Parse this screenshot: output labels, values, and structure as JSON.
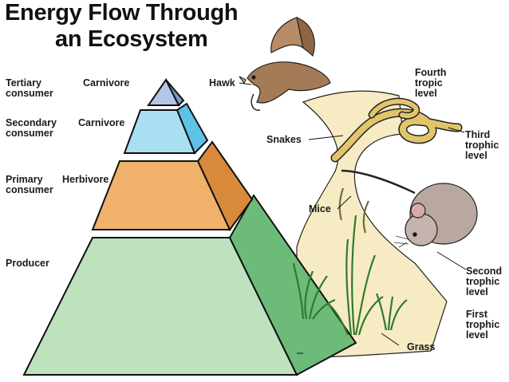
{
  "title": {
    "line1": "Energy Flow Through",
    "line2": "an Ecosystem"
  },
  "pyramid_levels": [
    {
      "consumer": "Tertiary\nconsumer",
      "role": "Carnivore",
      "color": "#b3c6e8"
    },
    {
      "consumer": "Secondary\nconsumer",
      "role": "Carnivore",
      "color": "#a9dff2"
    },
    {
      "consumer": "Primary\nconsumer",
      "role": "Herbivore",
      "color": "#f0b26a"
    },
    {
      "consumer": "Producer",
      "role": "",
      "color": "#bde2bd"
    }
  ],
  "organisms": {
    "hawk": "Hawk",
    "snakes": "Snakes",
    "mice": "Mice",
    "grass": "Grass"
  },
  "trophic_levels": {
    "fourth": "Fourth\ntropic\nlevel",
    "third": "Third\ntrophic\nlevel",
    "second": "Second\ntrophic\nlevel",
    "first": "First\ntrophic\nlevel"
  },
  "colors": {
    "energy_band": "#f7ebc4",
    "outline": "#111111"
  }
}
